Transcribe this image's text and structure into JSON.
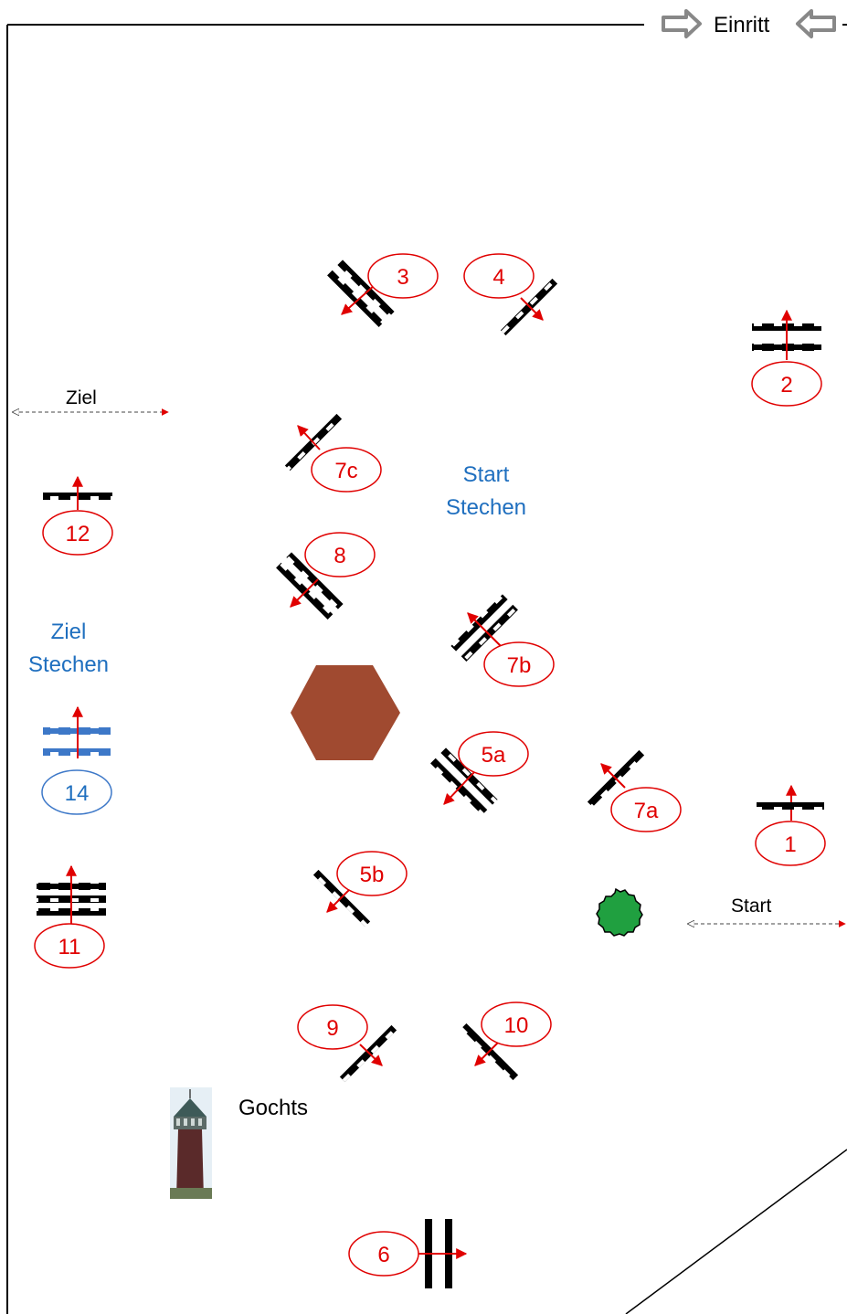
{
  "header": {
    "entry_label": "Einritt"
  },
  "labels": {
    "start": "Start",
    "finish": "Ziel",
    "jumpoff_start_line1": "Start",
    "jumpoff_start_line2": "Stechen",
    "jumpoff_finish_line1": "Ziel",
    "jumpoff_finish_line2": "Stechen",
    "landmark": "Gochts"
  },
  "obstacles": [
    {
      "id": "fence-1",
      "label": "1"
    },
    {
      "id": "fence-2",
      "label": "2"
    },
    {
      "id": "fence-3",
      "label": "3"
    },
    {
      "id": "fence-4",
      "label": "4"
    },
    {
      "id": "fence-5a",
      "label": "5a"
    },
    {
      "id": "fence-5b",
      "label": "5b"
    },
    {
      "id": "fence-6",
      "label": "6"
    },
    {
      "id": "fence-7a",
      "label": "7a"
    },
    {
      "id": "fence-7b",
      "label": "7b"
    },
    {
      "id": "fence-7c",
      "label": "7c"
    },
    {
      "id": "fence-8",
      "label": "8"
    },
    {
      "id": "fence-9",
      "label": "9"
    },
    {
      "id": "fence-10",
      "label": "10"
    },
    {
      "id": "fence-11",
      "label": "11"
    },
    {
      "id": "fence-12",
      "label": "12"
    },
    {
      "id": "fence-14",
      "label": "14"
    }
  ],
  "colors": {
    "number_red": "#e00000",
    "jumpoff_blue": "#1f6fbf",
    "pole_black": "#000000",
    "jumpoff_pole_blue": "#3d78c8",
    "hexagon_brown": "#a04a30",
    "bush_green": "#20a040"
  }
}
